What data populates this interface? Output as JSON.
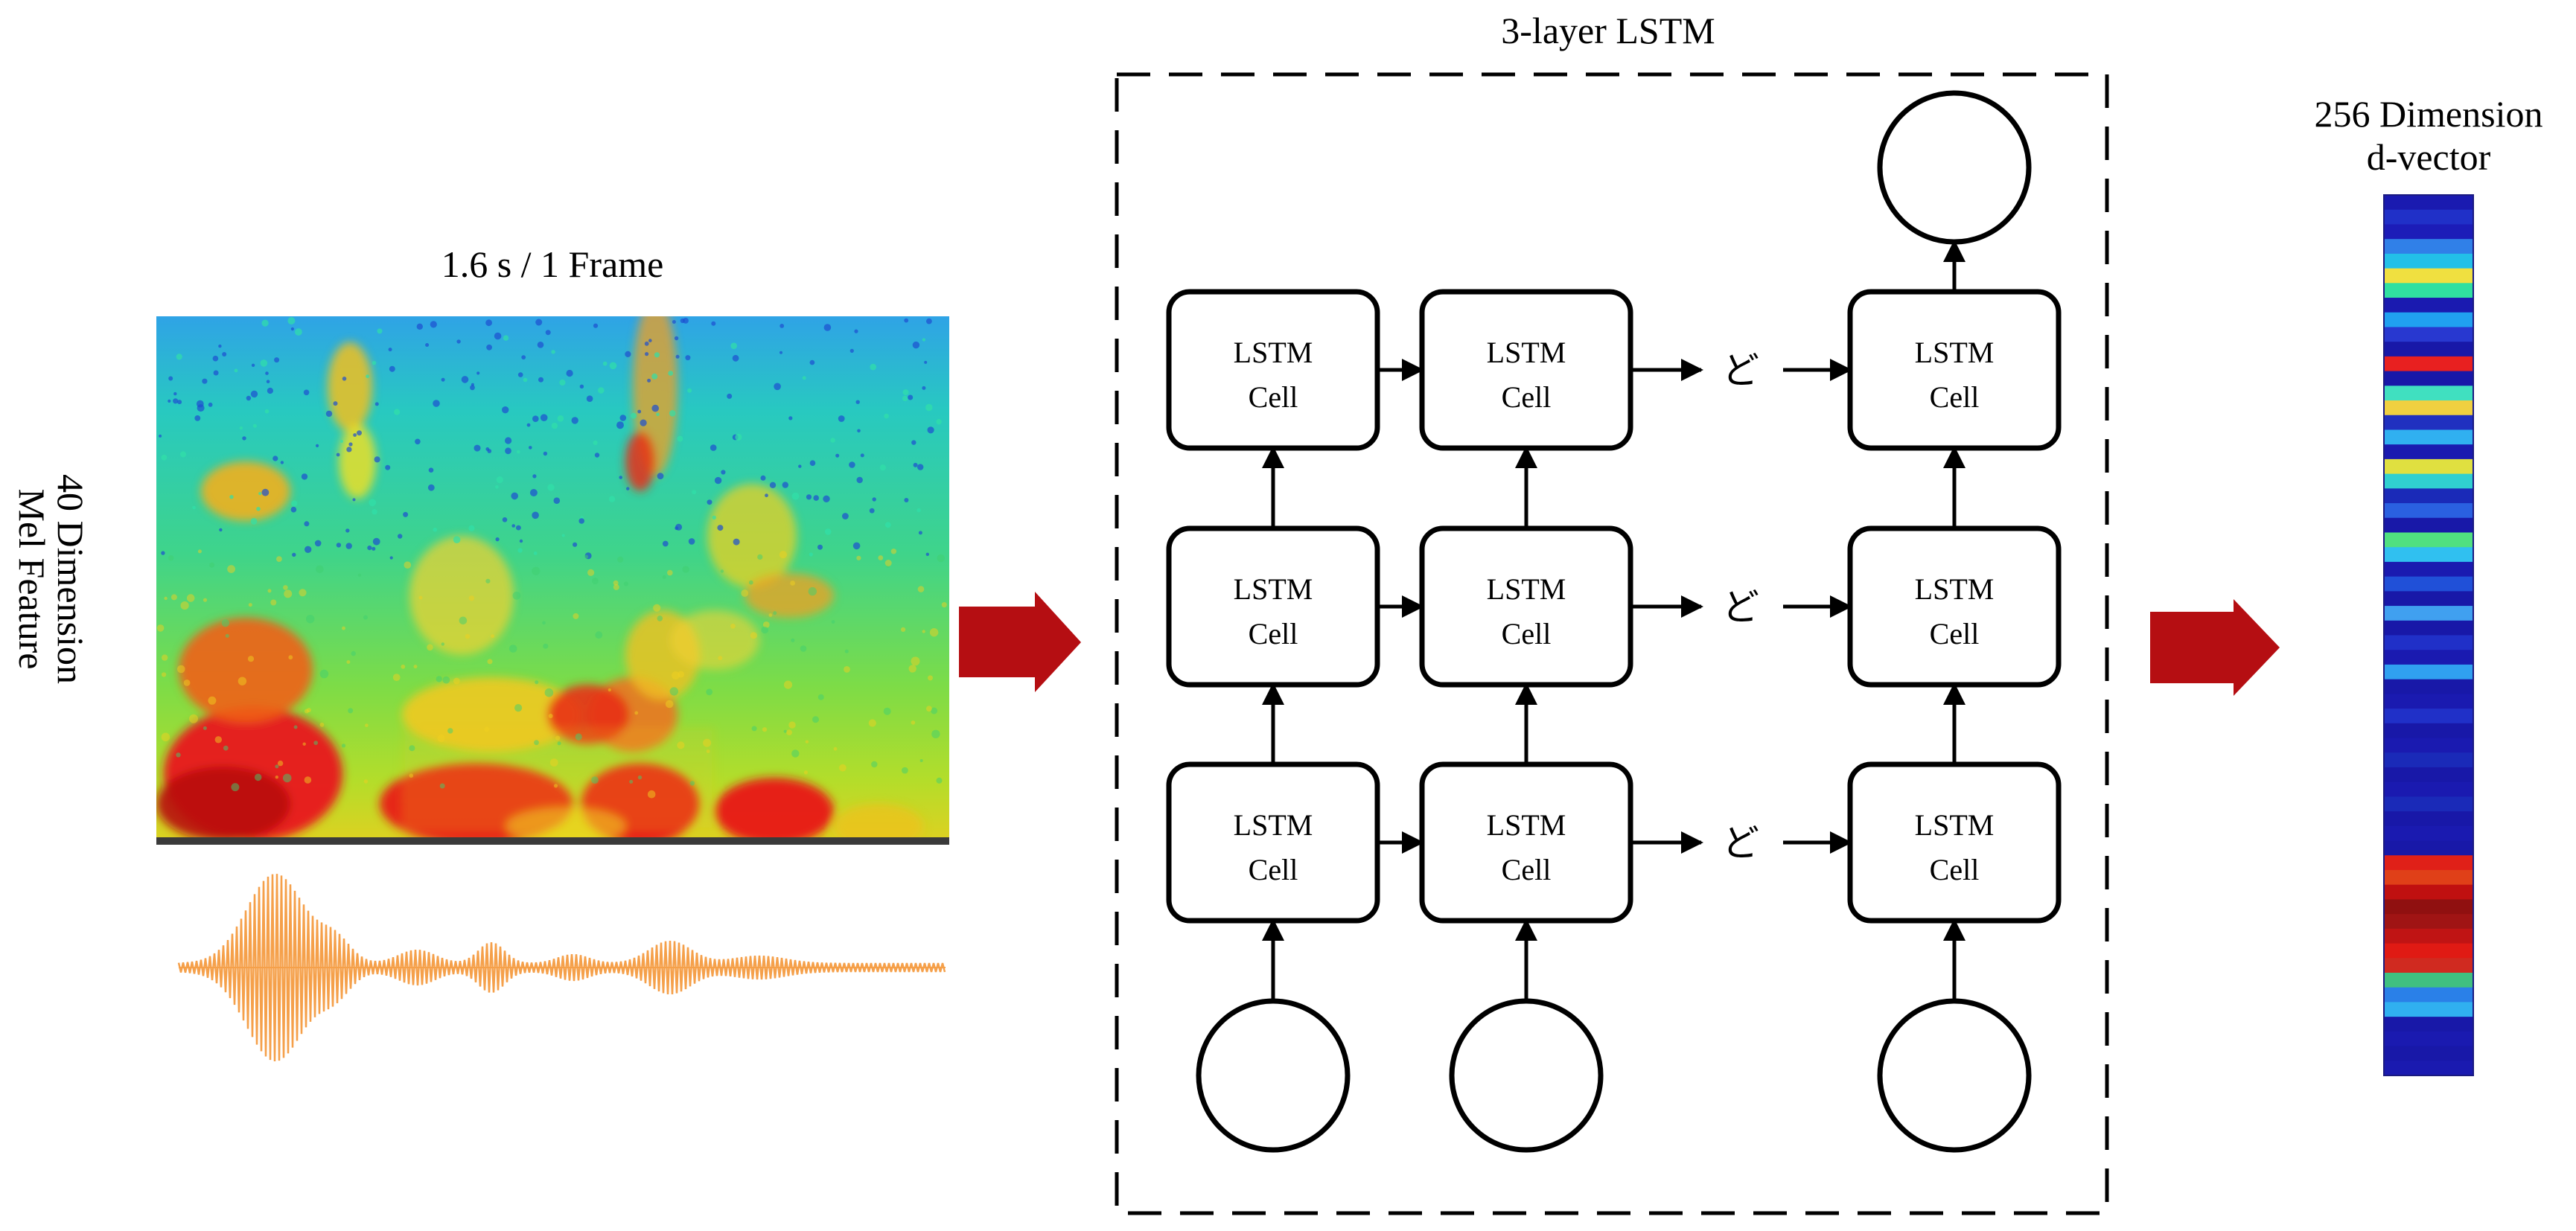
{
  "spectrogram": {
    "title": "1.6 s / 1 Frame",
    "ylabel_line1": "40 Dimension",
    "ylabel_line2": "Mel Feature"
  },
  "lstm": {
    "title": "3-layer LSTM",
    "cell_line1": "LSTM",
    "cell_line2": "Cell",
    "ellipsis": "ど"
  },
  "dvector": {
    "title_line1": "256 Dimension",
    "title_line2": "d-vector"
  },
  "colors": {
    "arrow_red": "#b50e12",
    "waveform": "#f5a04a",
    "dashed_box": "#000000"
  },
  "dvector_colormap": "jet (blue low → red high)"
}
